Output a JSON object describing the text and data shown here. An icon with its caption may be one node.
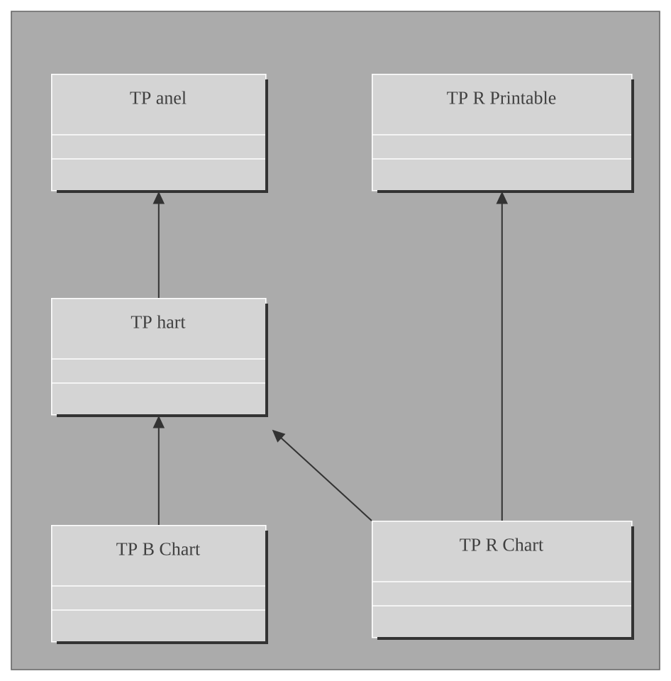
{
  "diagram": {
    "nodes": [
      {
        "text": [
          "TP anel"
        ]
      },
      {
        "text": [
          "TP R Printable"
        ]
      },
      {
        "text": [
          "TP hart"
        ]
      },
      {
        "text": [
          "TP B Chart"
        ]
      },
      {
        "text": [
          "TP R Chart"
        ]
      }
    ],
    "edges": [
      {
        "from": 2,
        "to": 0,
        "arrow": "to"
      },
      {
        "from": 3,
        "to": 2,
        "arrow": "to"
      },
      {
        "from": 4,
        "to": 2,
        "arrow": "to"
      },
      {
        "from": 4,
        "to": 1,
        "arrow": "to"
      }
    ]
  }
}
